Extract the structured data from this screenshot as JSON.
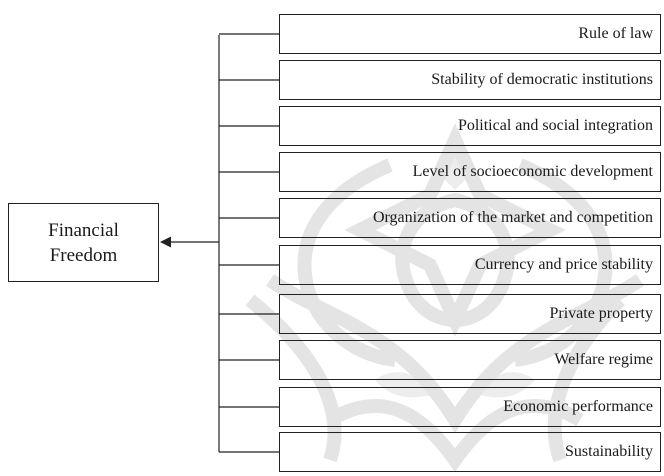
{
  "source": {
    "line1": "Financial",
    "line2": "Freedom"
  },
  "factors": [
    "Rule of law",
    "Stability of democratic institutions",
    "Political and social integration",
    "Level of socioeconomic development",
    "Organization of the market and competition",
    "Currency and price stability",
    "Private property",
    "Welfare regime",
    "Economic performance",
    "Sustainability"
  ],
  "colors": {
    "line": "#222222",
    "watermark": "#d6d6d6"
  }
}
